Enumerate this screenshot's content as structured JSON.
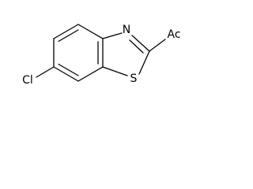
{
  "molecule": {
    "atoms": {
      "nitrogen": "N",
      "sulfur": "S",
      "chlorine": "Cl",
      "acetyl": "Ac"
    }
  }
}
